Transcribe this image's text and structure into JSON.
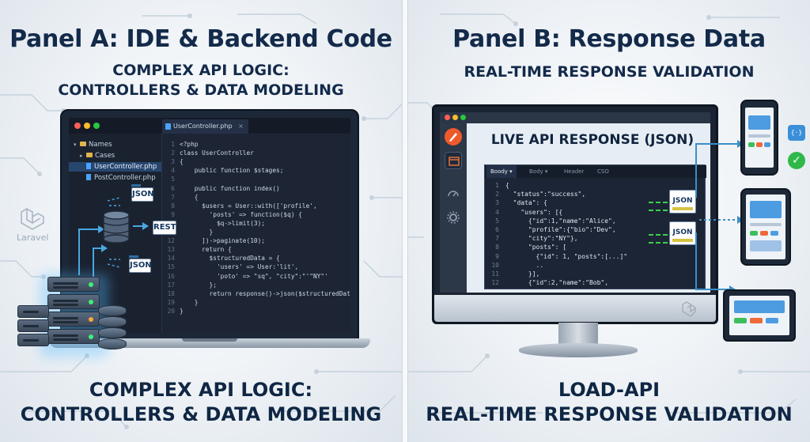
{
  "panel_a": {
    "title": "Panel A: IDE & Backend Code",
    "subtitle_line1": "COMPLEX API LOGIC:",
    "subtitle_line2": "CONTROLLERS & DATA MODELING",
    "bottom_line1": "COMPLEX API LOGIC:",
    "bottom_line2": "CONTROLLERS & DATA MODELING",
    "brand_label": "Laravel",
    "editor": {
      "tab_label": "UserController.php",
      "tab_close": "×",
      "explorer": [
        {
          "label": "Names",
          "type": "folder",
          "caret": "▾"
        },
        {
          "label": "Cases",
          "type": "folder",
          "caret": "▸"
        },
        {
          "label": "UserController.php",
          "type": "file",
          "selected": true
        },
        {
          "label": "PostController.php",
          "type": "file",
          "selected": false
        }
      ],
      "line_numbers": [
        "1",
        "2",
        "3",
        "4",
        "5",
        "6",
        "7",
        "8",
        "9",
        "10",
        "11",
        "12",
        "13",
        "14",
        "15",
        "16",
        "17",
        "18",
        "19",
        "20"
      ],
      "code_lines": [
        "<?php",
        "class UserController",
        "{",
        "    public function $stages;",
        "",
        "    public function index()",
        "    {",
        "      $users = User::with(['profile',",
        "        'posts' => function($q) {",
        "          $q->limit(3);",
        "        }",
        "      ])->paginate(10);",
        "      return {",
        "        $structuredData = {",
        "          'users' => User:'lit',",
        "          'poto' => \"sq\", \"city\":\"'\"NY\"'",
        "        };",
        "        return response()->json($structuredData);",
        "    }",
        "}"
      ]
    },
    "badges": {
      "json_top": "JSON",
      "rest": "REST",
      "json_bottom": "JSON"
    }
  },
  "panel_b": {
    "title": "Panel B: Response Data",
    "subtitle": "REAL-TIME RESPONSE VALIDATION",
    "bottom_line1": "LOAD-API",
    "bottom_line2": "REAL-TIME RESPONSE VALIDATION",
    "live_title": "LIVE API RESPONSE (JSON)",
    "tabs": [
      "Boody ▾",
      "Body ▾",
      "Header",
      "CSO"
    ],
    "json_line_numbers": [
      "1",
      "2",
      "3",
      "4",
      "5",
      "6",
      "7",
      "8",
      "9",
      "10",
      "11",
      "12"
    ],
    "json_lines": [
      "{",
      "  \"status\":\"success\",",
      "  \"data\": {",
      "    \"users\": [{",
      "      {\"id\":1,\"name\":\"Alice\",",
      "      \"profile\":{\"bio\":\"Dev\",",
      "      \"city\":\"NY\"},",
      "      \"posts\": [",
      "        {\"id\": 1, \"posts\":[...]\"",
      "        ..",
      "      }],",
      "      {\"id\":2,\"name\":\"Bob\","
    ],
    "json_badges": [
      "JSON",
      "JSON"
    ],
    "check_icon": "✓",
    "code_icon": "{·}"
  },
  "colors": {
    "title": "#132a4a",
    "accent_blue": "#3a9fe0",
    "success_green": "#2fb84a",
    "editor_bg": "#1d2534"
  }
}
